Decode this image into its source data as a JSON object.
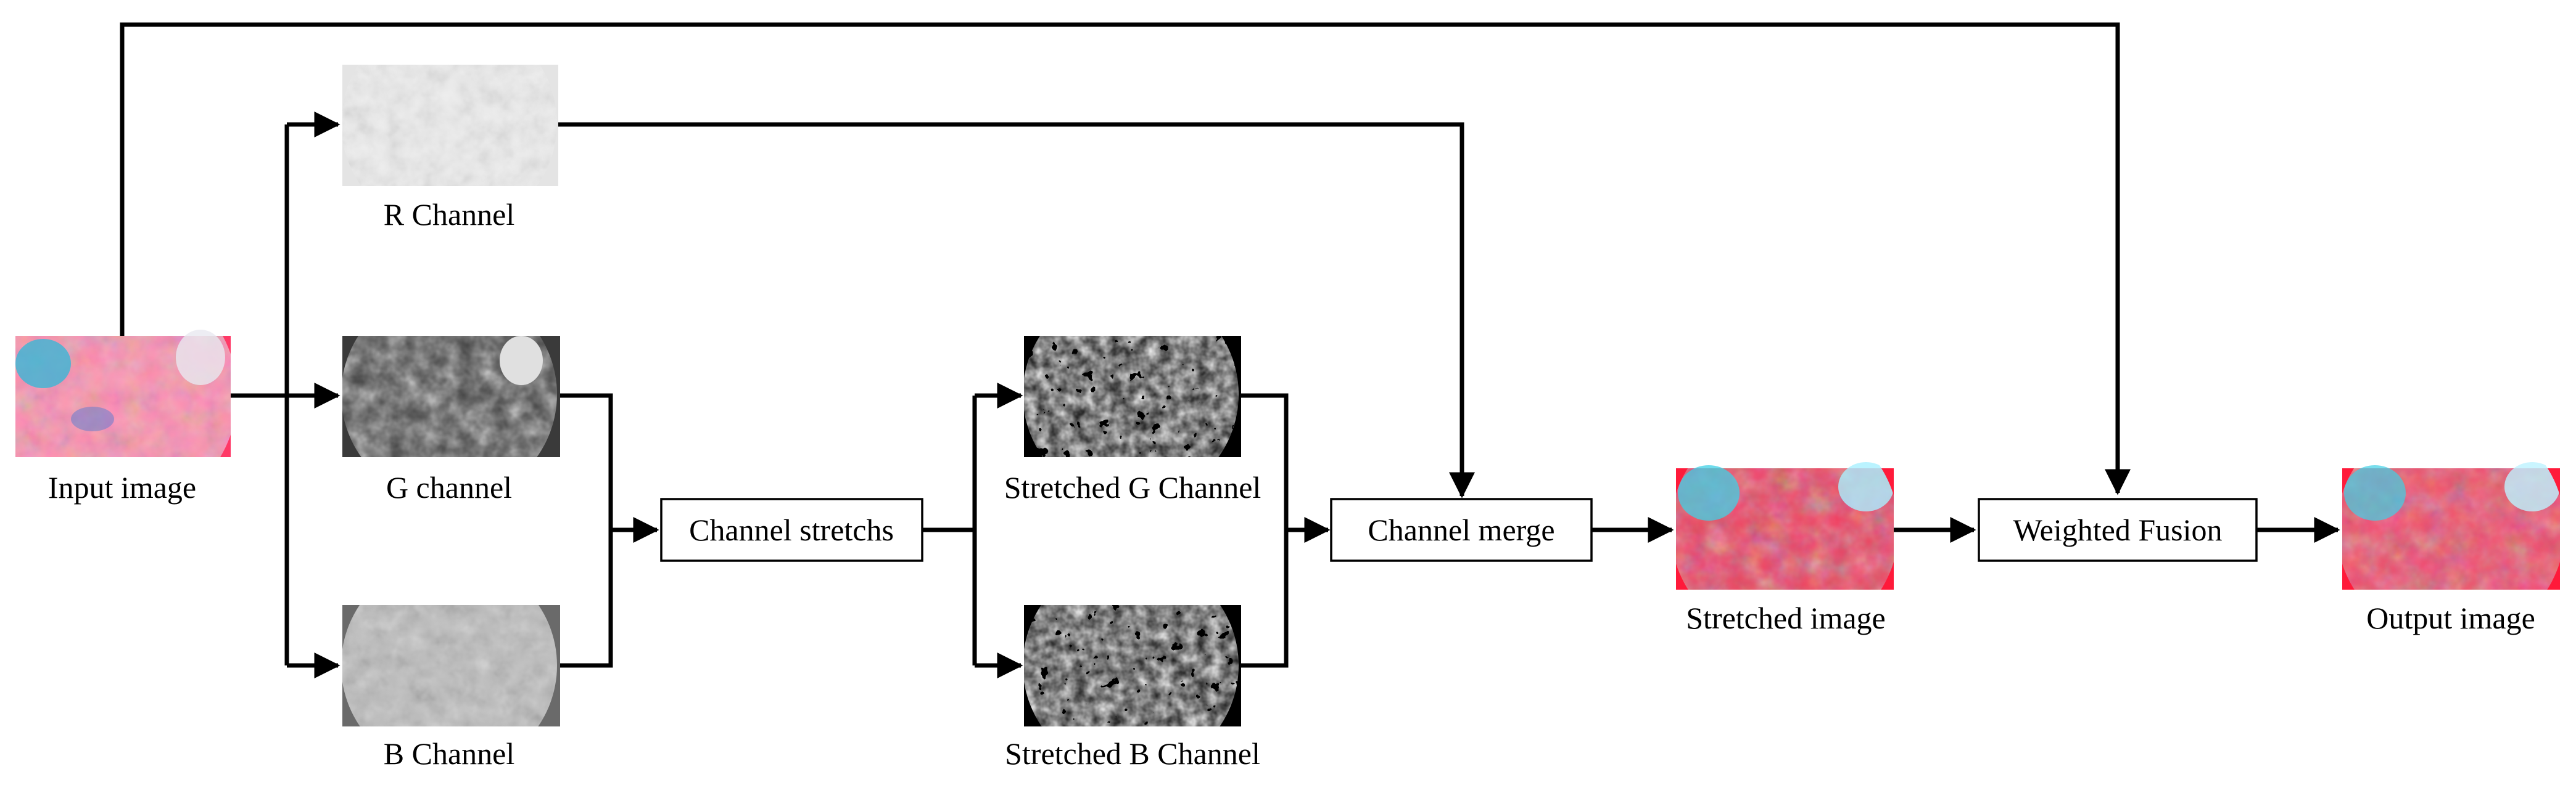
{
  "nodes": {
    "input_image": {
      "label": "Input image"
    },
    "r_channel": {
      "label": "R Channel"
    },
    "g_channel": {
      "label": "G channel"
    },
    "b_channel": {
      "label": "B Channel"
    },
    "channel_stretch": {
      "label": "Channel stretchs"
    },
    "stretched_g": {
      "label": "Stretched G Channel"
    },
    "stretched_b": {
      "label": "Stretched B Channel"
    },
    "channel_merge": {
      "label": "Channel merge"
    },
    "stretched_image": {
      "label": "Stretched image"
    },
    "weighted_fusion": {
      "label": "Weighted Fusion"
    },
    "output_image": {
      "label": "Output image"
    }
  },
  "edges": [
    {
      "from": "input_image",
      "to": "r_channel"
    },
    {
      "from": "input_image",
      "to": "g_channel"
    },
    {
      "from": "input_image",
      "to": "b_channel"
    },
    {
      "from": "input_image",
      "to": "weighted_fusion"
    },
    {
      "from": "r_channel",
      "to": "channel_merge"
    },
    {
      "from": "g_channel",
      "to": "channel_stretch"
    },
    {
      "from": "b_channel",
      "to": "channel_stretch"
    },
    {
      "from": "channel_stretch",
      "to": "stretched_g"
    },
    {
      "from": "channel_stretch",
      "to": "stretched_b"
    },
    {
      "from": "stretched_g",
      "to": "channel_merge"
    },
    {
      "from": "stretched_b",
      "to": "channel_merge"
    },
    {
      "from": "channel_merge",
      "to": "stretched_image"
    },
    {
      "from": "stretched_image",
      "to": "weighted_fusion"
    },
    {
      "from": "weighted_fusion",
      "to": "output_image"
    }
  ]
}
